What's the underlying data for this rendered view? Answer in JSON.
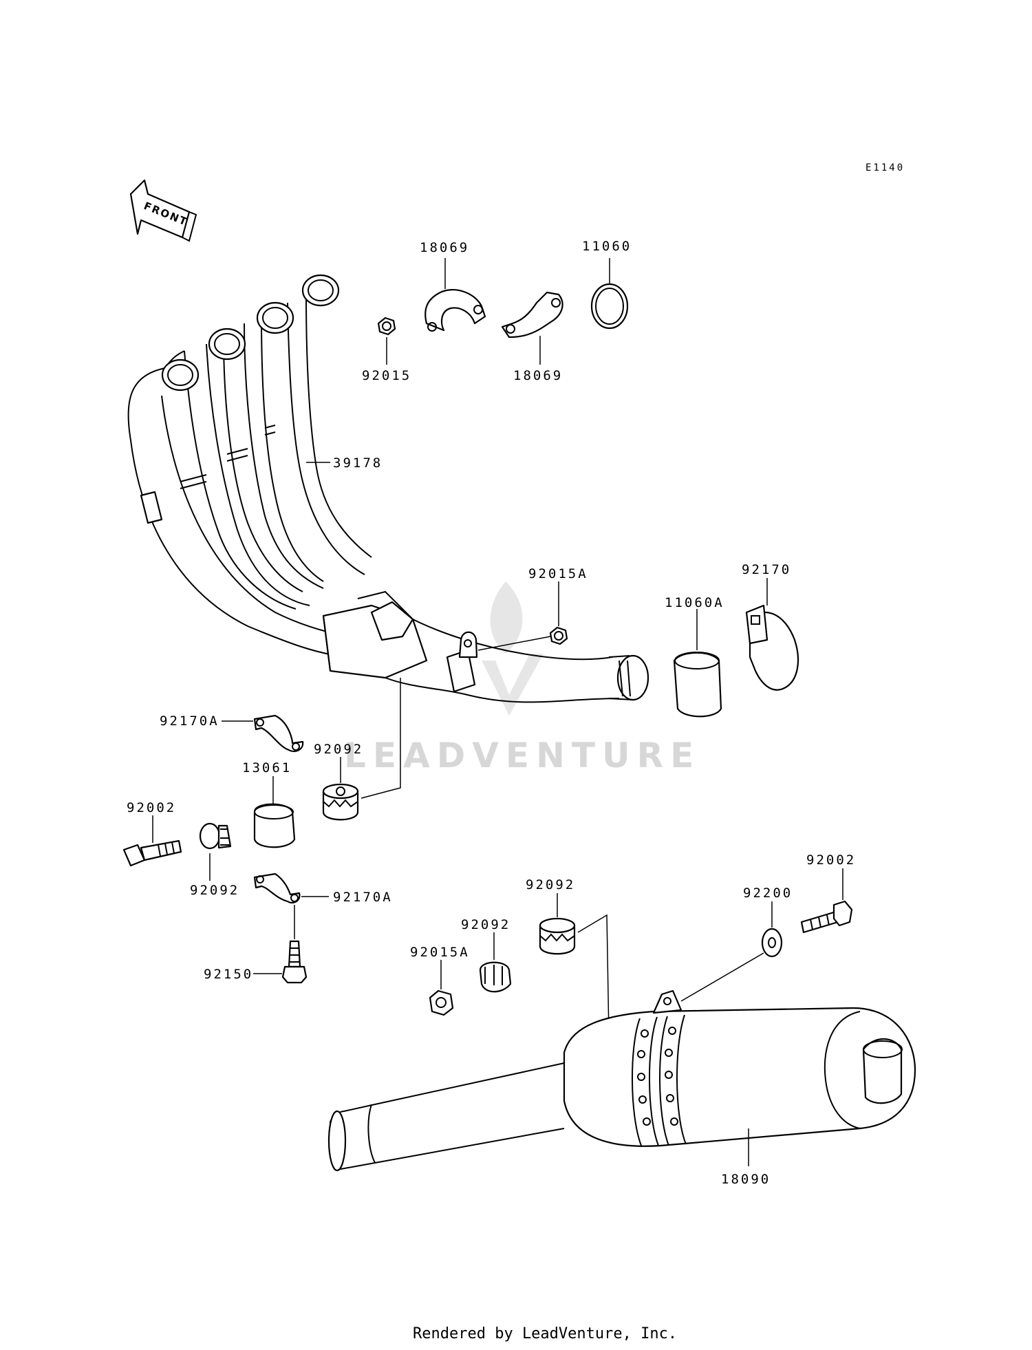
{
  "diagram": {
    "code": "E1140",
    "front_label": "FRONT",
    "watermark": "LEADVENTURE",
    "footer": "Rendered by LeadVenture, Inc."
  },
  "labels": [
    {
      "id": "lbl-18069-a",
      "text": "18069"
    },
    {
      "id": "lbl-11060",
      "text": "11060"
    },
    {
      "id": "lbl-92015",
      "text": "92015"
    },
    {
      "id": "lbl-18069-b",
      "text": "18069"
    },
    {
      "id": "lbl-39178",
      "text": "39178"
    },
    {
      "id": "lbl-92015A-a",
      "text": "92015A"
    },
    {
      "id": "lbl-92170",
      "text": "92170"
    },
    {
      "id": "lbl-11060A",
      "text": "11060A"
    },
    {
      "id": "lbl-92170A-a",
      "text": "92170A"
    },
    {
      "id": "lbl-92092-a",
      "text": "92092"
    },
    {
      "id": "lbl-13061",
      "text": "13061"
    },
    {
      "id": "lbl-92002-a",
      "text": "92002"
    },
    {
      "id": "lbl-92092-b",
      "text": "92092"
    },
    {
      "id": "lbl-92170A-b",
      "text": "92170A"
    },
    {
      "id": "lbl-92150",
      "text": "92150"
    },
    {
      "id": "lbl-92092-c",
      "text": "92092"
    },
    {
      "id": "lbl-92092-d",
      "text": "92092"
    },
    {
      "id": "lbl-92015A-b",
      "text": "92015A"
    },
    {
      "id": "lbl-92200",
      "text": "92200"
    },
    {
      "id": "lbl-92002-b",
      "text": "92002"
    },
    {
      "id": "lbl-18090",
      "text": "18090"
    }
  ]
}
